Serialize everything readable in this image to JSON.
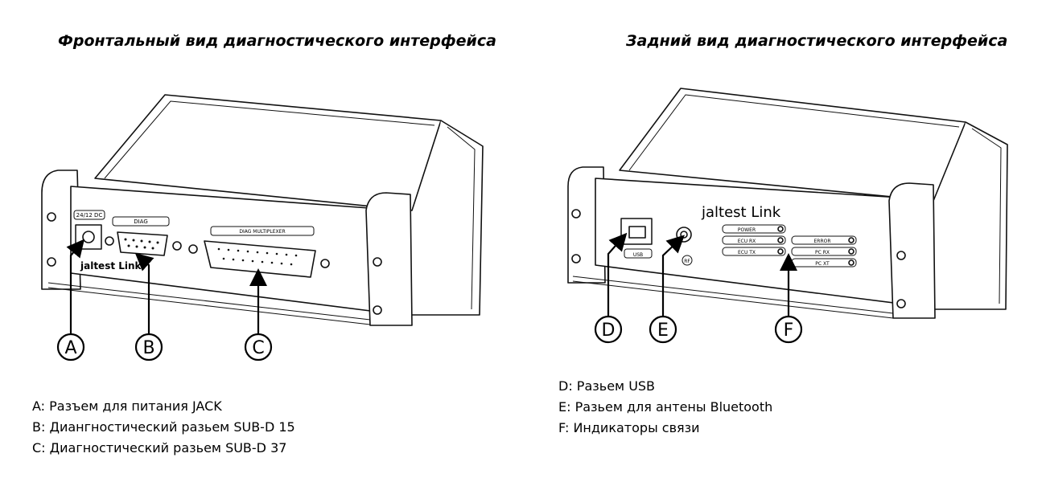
{
  "front": {
    "title": "Фронтальный вид  диагностического интерфейса",
    "panel": {
      "power_label": "24/12 DC",
      "diag_label": "DIAG",
      "mux_label": "DIAG MULTIPLEXER",
      "brand": "jaltest Link"
    },
    "callouts": [
      "A",
      "B",
      "C"
    ],
    "legend": [
      "A: Разъем для питания  JACK",
      "B: Диангностический разьем SUB-D 15",
      "C: Диагностический разьем SUB-D 37"
    ]
  },
  "rear": {
    "title": "Задний вид диагностического интерфейса",
    "panel": {
      "brand": "jaltest Link",
      "usb_label": "USB",
      "rf_label": "RF",
      "led_labels": [
        "POWER",
        "ECU RX",
        "ECU TX",
        "ERROR",
        "PC RX",
        "PC XT"
      ]
    },
    "callouts": [
      "D",
      "E",
      "F"
    ],
    "legend": [
      "D: Разьем USB",
      "E: Разьем для антены  Bluetooth",
      "F: Индикаторы связи"
    ]
  }
}
